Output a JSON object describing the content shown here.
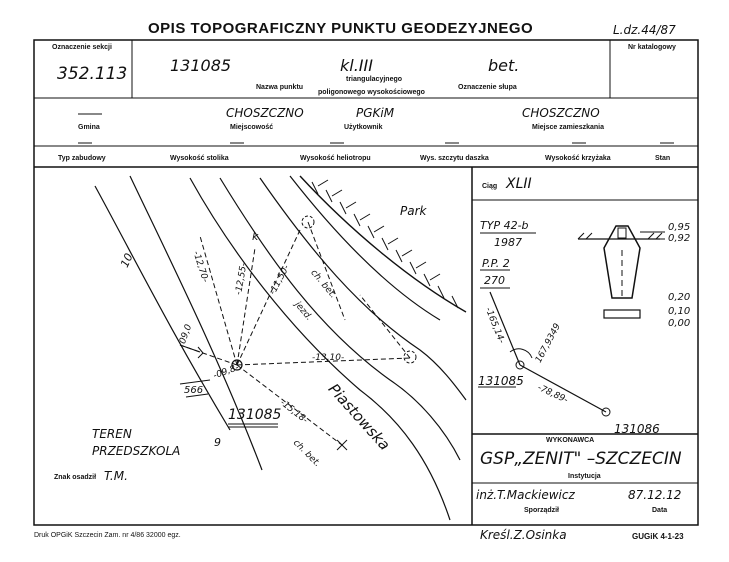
{
  "header": {
    "title": "OPIS TOPOGRAFICZNY PUNKTU GEODEZYJNEGO",
    "ldz": "L.dz.44/87"
  },
  "row1": {
    "section_label": "Oznaczenie sekcji",
    "section_value": "352.113",
    "point_name_value": "131085",
    "class_value": "kl.III",
    "pillar_value": "bet.",
    "point_name_label": "Nazwa punktu",
    "class_label_1": "triangulacyjnego",
    "class_label_2": "poligonowego wysokościowego",
    "pillar_label": "Oznaczenie słupa",
    "catalog_label": "Nr katalogowy"
  },
  "row2": {
    "gmina_value": "—",
    "gmina_label": "Gmina",
    "miejscowosc_value": "CHOSZCZNO",
    "miejscowosc_label": "Miejscowość",
    "uzytkownik_value": "PGKiM",
    "uzytkownik_label": "Użytkownik",
    "zamieszkania_value": "CHOSZCZNO",
    "zamieszkania_label": "Miejsce zamieszkania"
  },
  "row3": {
    "labels": [
      "Typ zabudowy",
      "Wysokość stolika",
      "Wysokość heliotropu",
      "Wys. szczytu daszka",
      "Wysokość krzyżaka",
      "Stan"
    ]
  },
  "map": {
    "park": "Park",
    "street": "Piastowska",
    "chbet1": "ch. bet.",
    "jezd": "jezd.",
    "chbet2": "ch. bet.",
    "teren1": "TEREN",
    "teren2": "PRZEDSZKOLA",
    "point": "131085",
    "d_1270": "-12,70-",
    "d_1255": "-12,55-",
    "d_1150": "-11,50-",
    "d_1310": "-13,10-",
    "d_1518": "-15,18-",
    "d_0980": "-09,8-",
    "d_566": "566",
    "d_090": "09,0",
    "n10": "10",
    "n9": "9",
    "k": "k",
    "author_label": "Znak osadził",
    "author": "T.M."
  },
  "side": {
    "ciag_label": "Ciąg",
    "ciag_value": "XLII",
    "typ": "TYP 42-b",
    "year": "1987",
    "pp2": "P.P. 2",
    "pp270": "270",
    "d_16514": "-165,14-",
    "angle": "167,9349",
    "d_7889": "-78,89-",
    "p1": "131085",
    "p2": "131086",
    "h095": "0,95",
    "h092": "0,92",
    "h020": "0,20",
    "h010": "0,10",
    "h000": "0,00"
  },
  "performer": {
    "label": "WYKONAWCA",
    "value": "GSP„ZENIT\" –SZCZECIN",
    "inst_label": "Instytucja",
    "who": "inż.T.Mackiewicz",
    "date": "87.12.12",
    "who_label": "Sporządził",
    "date_label": "Data"
  },
  "footer": {
    "print": "Druk OPGiK Szczecin Zam. nr 4/86   32000 egz.",
    "drawn": "Kreśl.Z.Osinka",
    "code": "GUGiK 4-1-23"
  }
}
